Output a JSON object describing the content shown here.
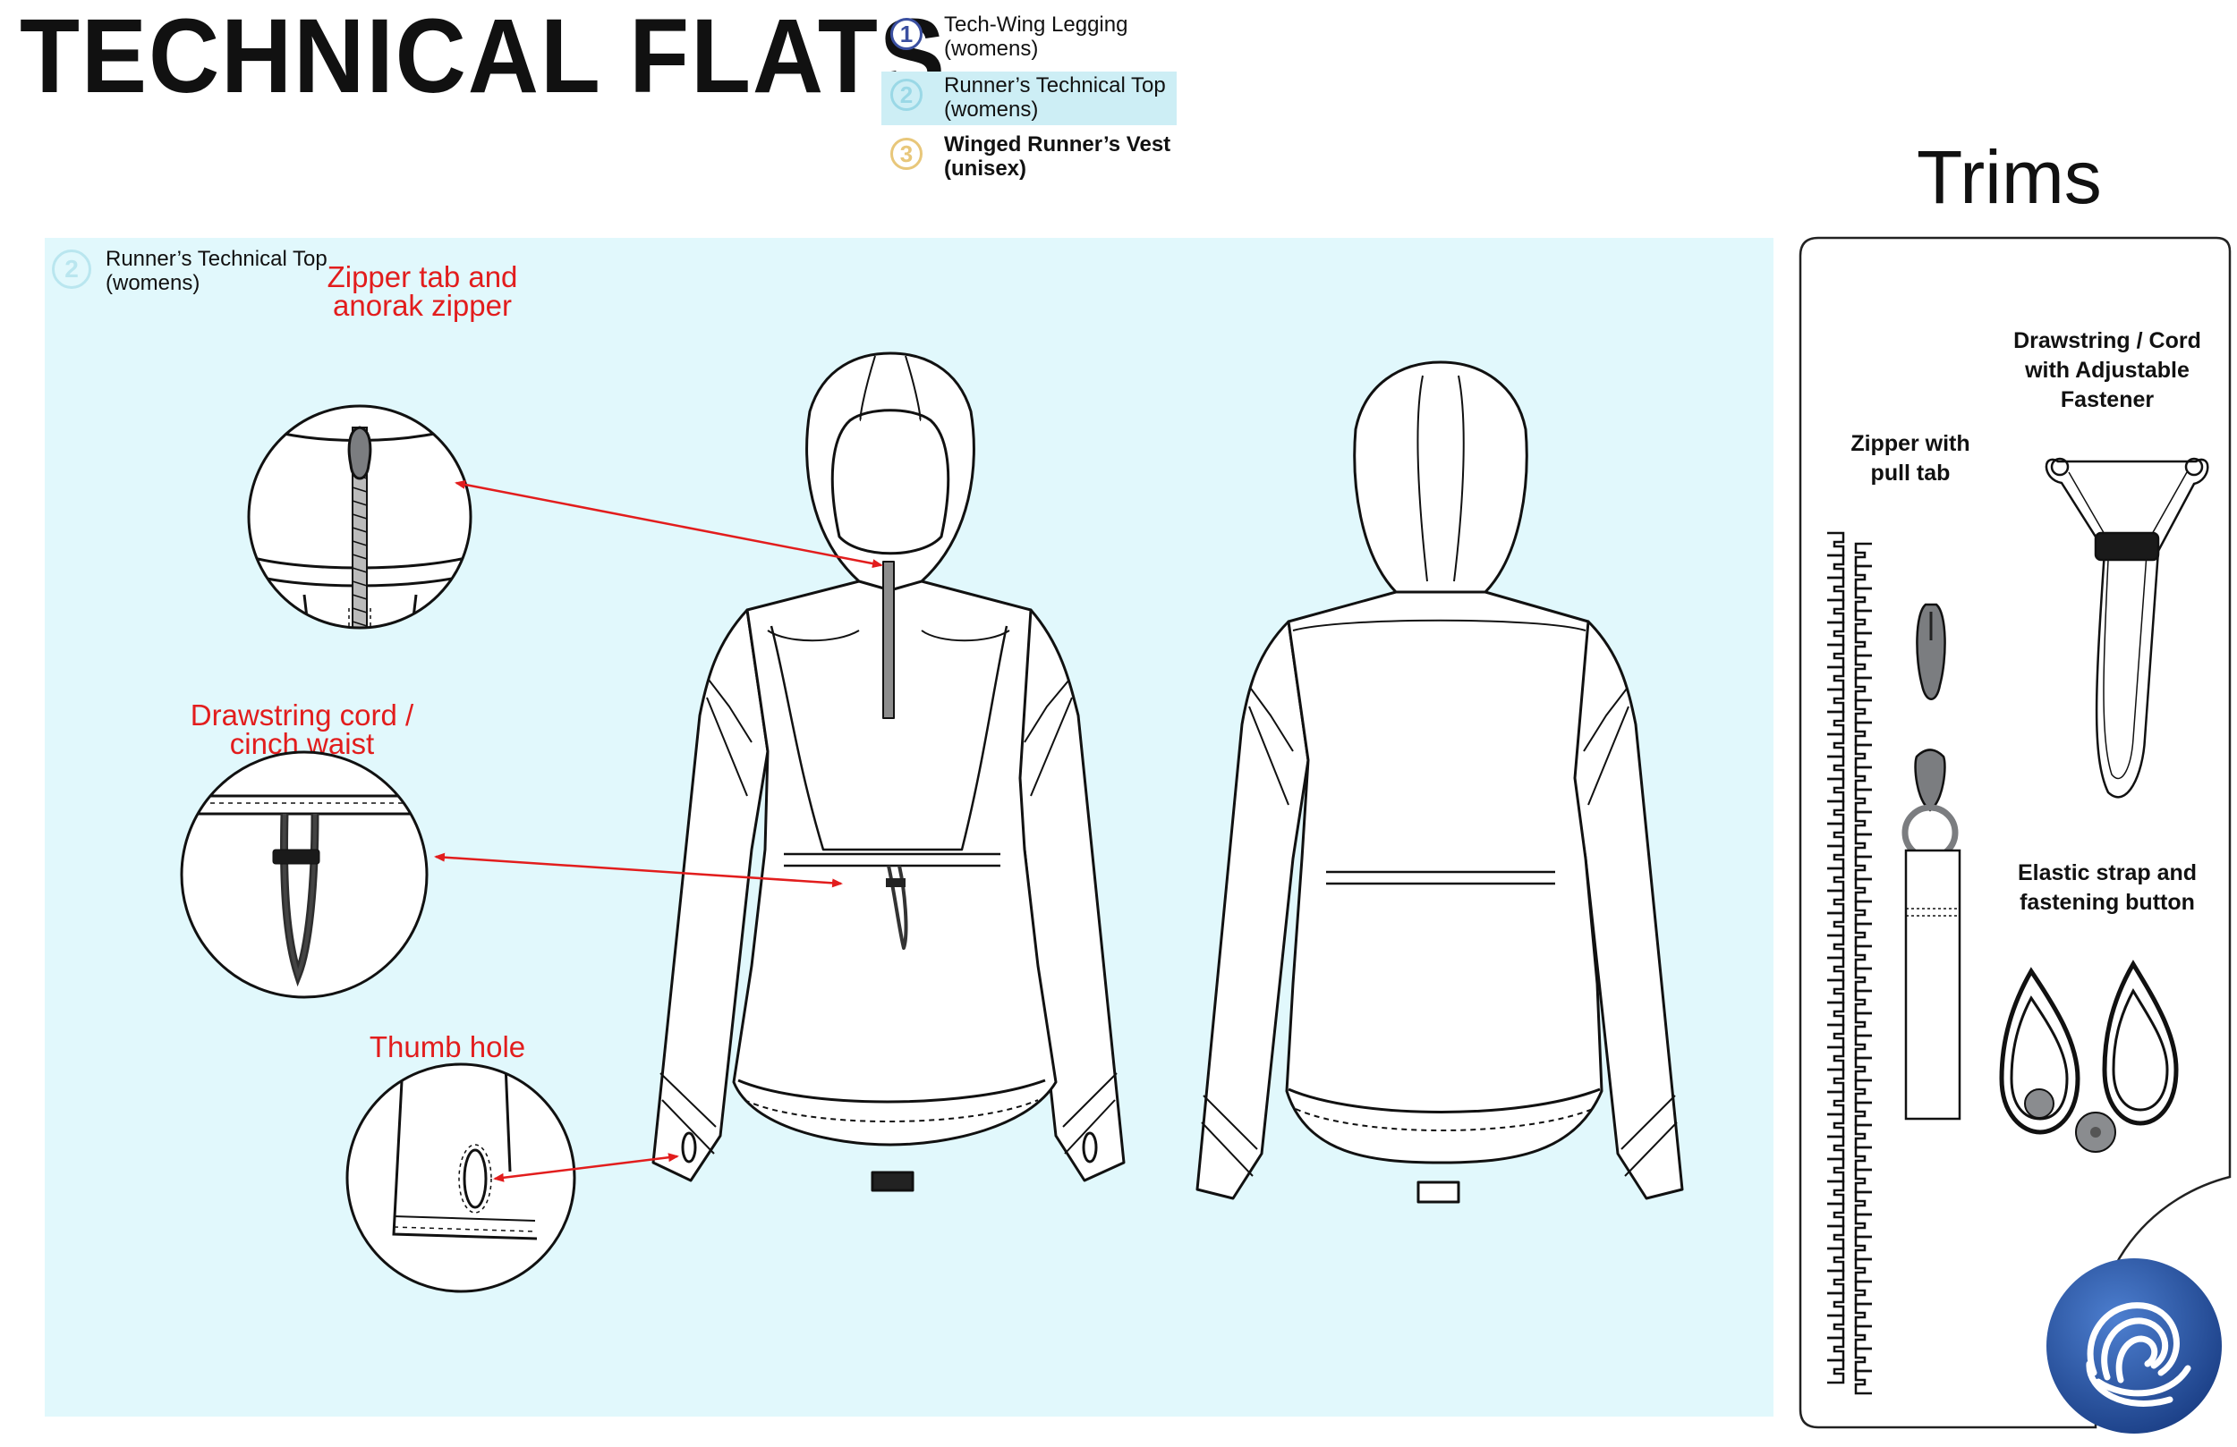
{
  "page": {
    "title": "TECHNICAL FLATS"
  },
  "legend": {
    "items": [
      {
        "number": "1",
        "name": "Tech-Wing Legging",
        "subtitle": "(womens)",
        "color": "#3a4fa0",
        "active": false
      },
      {
        "number": "2",
        "name": "Runner’s Technical Top",
        "subtitle": "(womens)",
        "color": "#9ad8e6",
        "active": true
      },
      {
        "number": "3",
        "name": "Winged Runner’s Vest",
        "subtitle": "(unisex)",
        "color": "#e8c77a",
        "active": false
      }
    ]
  },
  "panel": {
    "tag_number": "2",
    "tag_name": "Runner’s Technical Top",
    "tag_subtitle": "(womens)",
    "background": "#e1f8fc"
  },
  "callouts": {
    "zipper": {
      "line1": "Zipper tab and",
      "line2": "anorak zipper"
    },
    "drawstring": {
      "line1": "Drawstring cord /",
      "line2": "cinch waist"
    },
    "thumb": {
      "line1": "Thumb hole"
    },
    "color": "#e21d1d"
  },
  "trims": {
    "title": "Trims",
    "zipper": {
      "line1": "Zipper with",
      "line2": "pull tab"
    },
    "drawstring": {
      "line1": "Drawstring / Cord",
      "line2": "with Adjustable",
      "line3": "Fastener"
    },
    "elastic": {
      "line1": "Elastic strap and",
      "line2": "fastening button"
    }
  },
  "logo": {
    "icon": "wool-ball-logo-icon",
    "color": "#2456a6"
  }
}
